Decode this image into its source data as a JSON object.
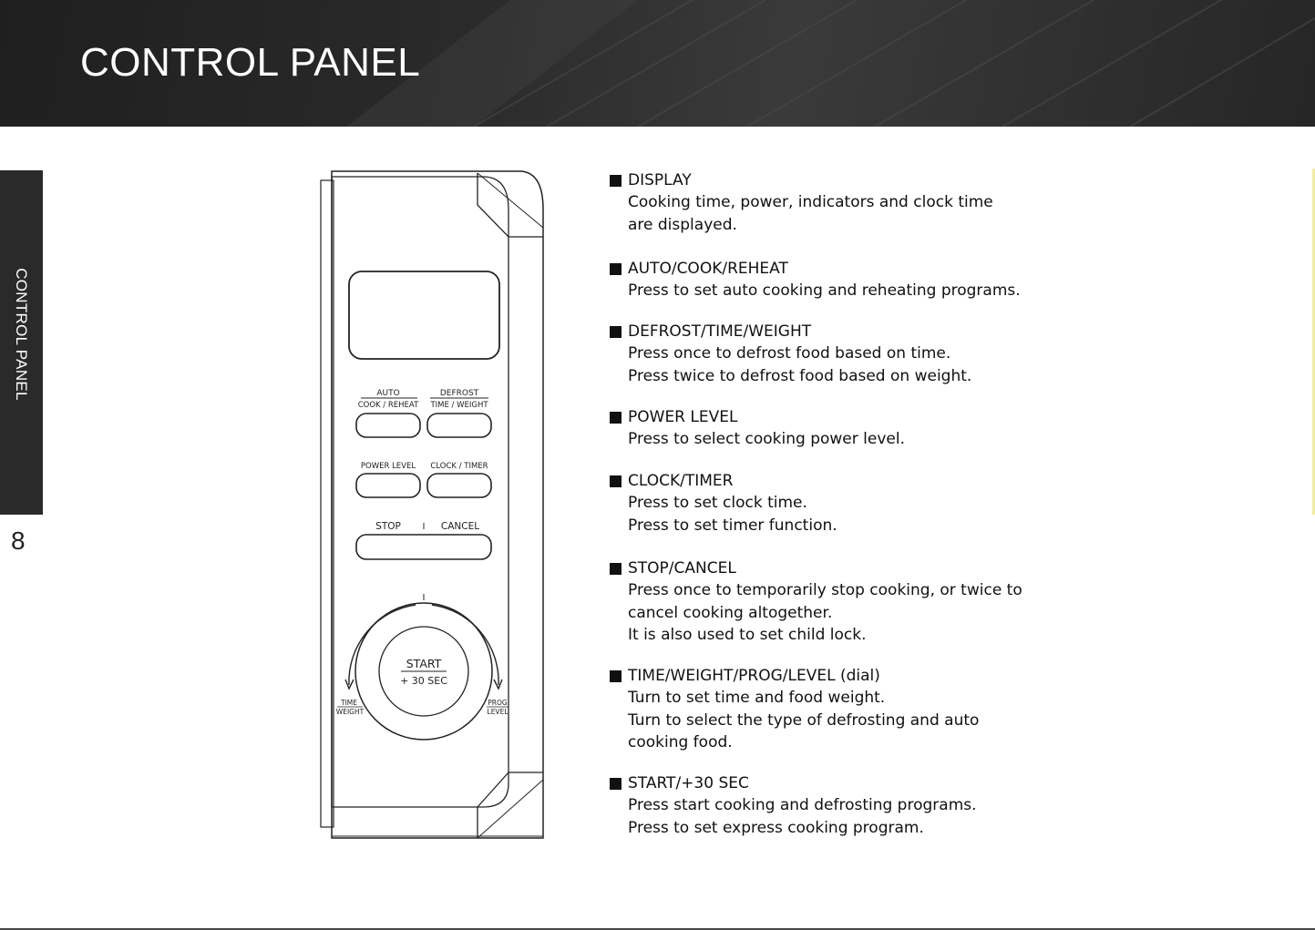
{
  "header": {
    "title": "CONTROL PANEL"
  },
  "side_tab": {
    "label": "CONTROL PANEL"
  },
  "page_number": "8",
  "panel": {
    "btn_auto_top": "AUTO",
    "btn_auto_bottom": "COOK / REHEAT",
    "btn_defrost_top": "DEFROST",
    "btn_defrost_bottom": "TIME / WEIGHT",
    "btn_power": "POWER   LEVEL",
    "btn_clock": "CLOCK / TIMER",
    "btn_stop": "STOP",
    "btn_stop_sep": "I",
    "btn_cancel": "CANCEL",
    "dial_top": "START",
    "dial_bottom": "+ 30 SEC",
    "dial_left_top": "TIME",
    "dial_left_bottom": "WEIGHT",
    "dial_right_top": "PROG",
    "dial_right_bottom": "LEVEL",
    "dial_mark": "I"
  },
  "items": [
    {
      "title": "DISPLAY",
      "lines": [
        "Cooking time, power, indicators and clock time",
        "are displayed."
      ]
    },
    {
      "title": "AUTO/COOK/REHEAT",
      "lines": [
        "Press to set auto cooking and reheating programs."
      ]
    },
    {
      "title": "DEFROST/TIME/WEIGHT",
      "lines": [
        "Press once to defrost food based on time.",
        "Press twice to defrost food based on weight."
      ]
    },
    {
      "title": "POWER LEVEL",
      "lines": [
        "Press to select cooking power level."
      ]
    },
    {
      "title": "CLOCK/TIMER",
      "lines": [
        "Press to set clock time.",
        "Press to set timer function."
      ]
    },
    {
      "title": "STOP/CANCEL",
      "lines": [
        "Press once to temporarily stop cooking, or twice to",
        "cancel cooking altogether.",
        "It is also used to set child lock."
      ]
    },
    {
      "title": "TIME/WEIGHT/PROG/LEVEL (dial)",
      "lines": [
        "Turn to set time and food weight.",
        "Turn to select the type of defrosting and auto",
        "cooking food."
      ]
    },
    {
      "title": "START/+30 SEC",
      "lines": [
        "Press start cooking and defrosting programs.",
        "Press to set express cooking program."
      ]
    }
  ]
}
